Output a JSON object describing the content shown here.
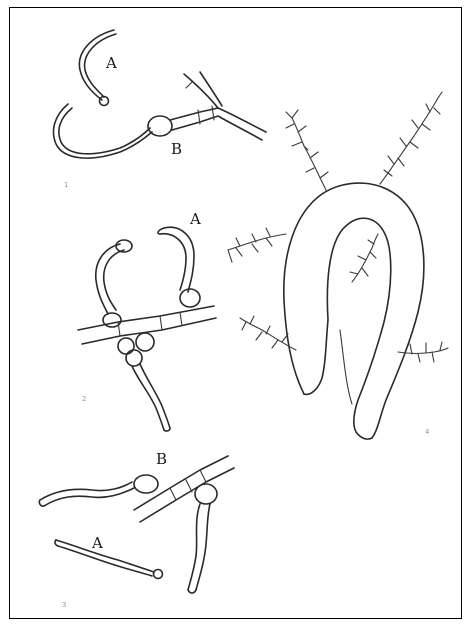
{
  "figure": {
    "labels": {
      "panel1_A": "A",
      "panel1_B": "B",
      "panel2_A": "A",
      "panel3_A": "A",
      "panel3_B": "B"
    },
    "panel_numbers": [
      "1",
      "2",
      "3",
      "4"
    ]
  }
}
